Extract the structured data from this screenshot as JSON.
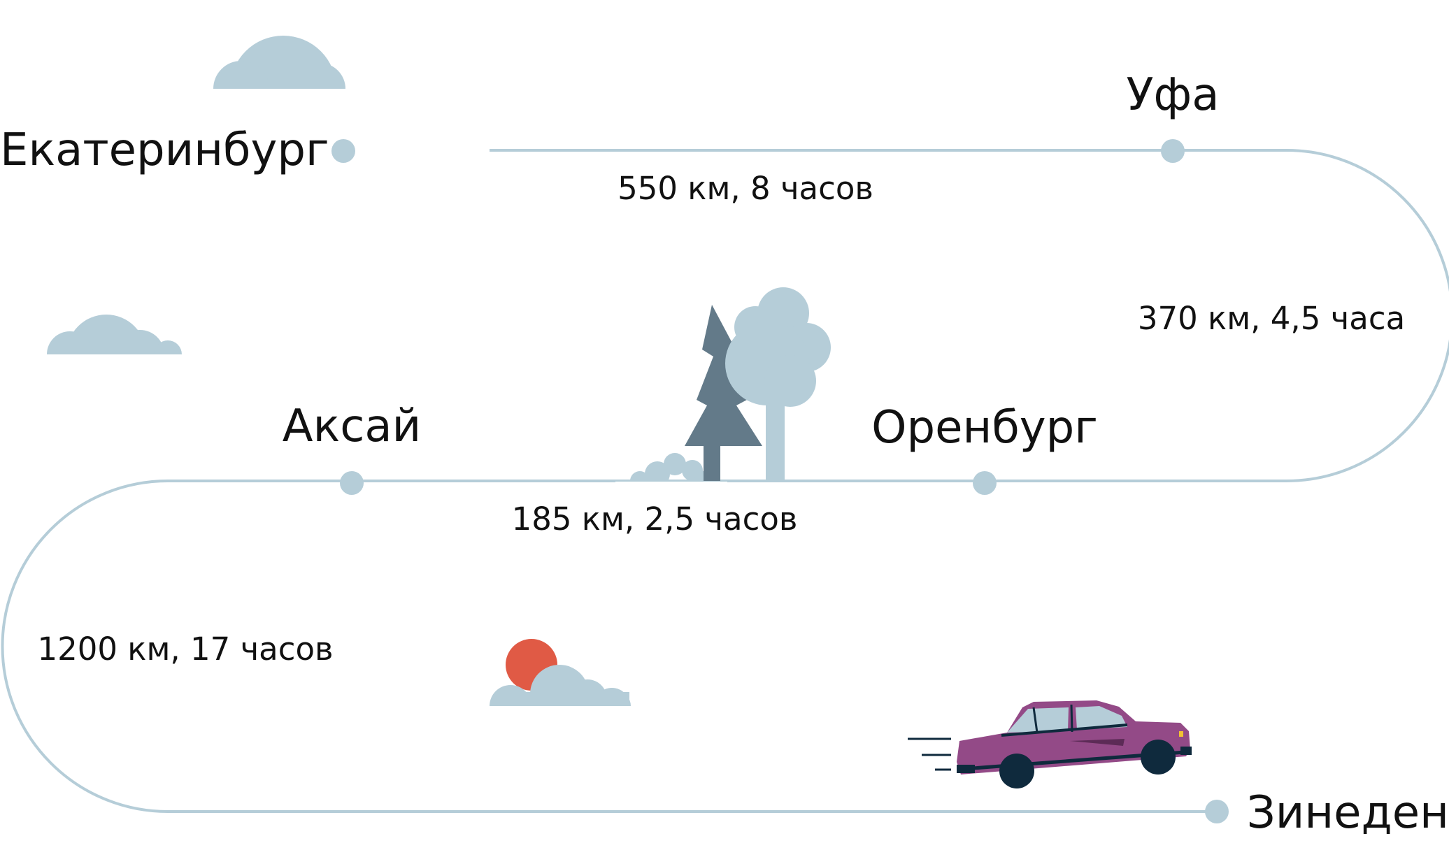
{
  "colors": {
    "route": "#b5cdd8",
    "cloud": "#b5cdd8",
    "fir_tree": "#637a89",
    "leaf_tree": "#b5cdd8",
    "sun": "#e05a45",
    "car_body": "#934a87",
    "car_window": "#b5cdd8",
    "tire": "#0f2a3d",
    "text": "#111111"
  },
  "cities": {
    "ekaterinburg": "Екатеринбург",
    "ufa": "Уфа",
    "orenburg": "Оренбург",
    "aksay": "Аксай",
    "zineden": "Зинеден"
  },
  "segments": {
    "ekaterinburg_ufa": "550 км, 8 часов",
    "ufa_orenburg": "370 км, 4,5 часа",
    "orenburg_aksay": "185 км, 2,5 часов",
    "aksay_zineden": "1200 км, 17 часов"
  },
  "icons": [
    "cloud-icon",
    "fir-tree-icon",
    "leaf-tree-icon",
    "bush-icon",
    "sun-icon",
    "car-icon",
    "speed-lines-icon"
  ]
}
